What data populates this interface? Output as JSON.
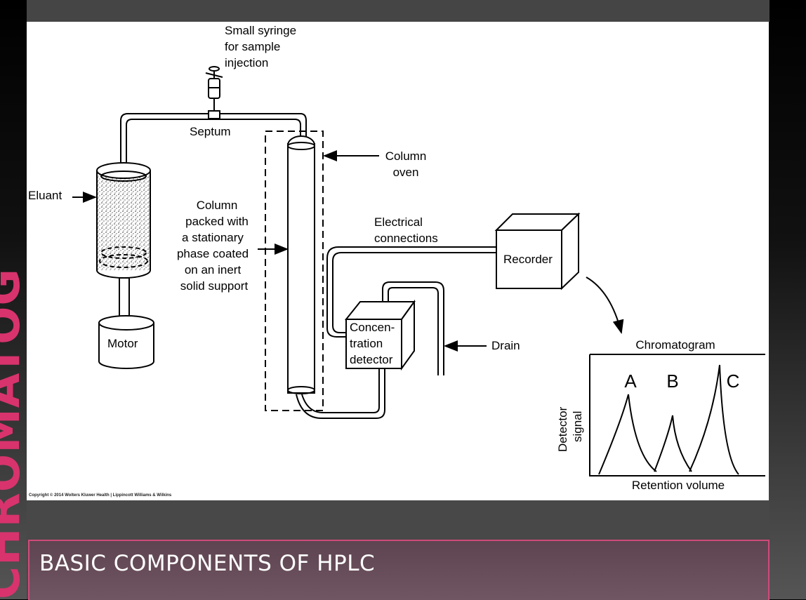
{
  "sidebar": {
    "vertical_title": "CHROMATOGRAPHY"
  },
  "slide": {
    "title": "BASIC COMPONENTS OF HPLC"
  },
  "figure": {
    "copyright": "Copyright © 2014 Wolters Kluwer Health | Lippincott Williams & Wilkins",
    "labels": {
      "syringe": [
        "Small syringe",
        "for sample",
        "injection"
      ],
      "septum": "Septum",
      "eluant": "Eluant",
      "motor": "Motor",
      "column": [
        "Column",
        "packed with",
        "a stationary",
        "phase coated",
        "on an inert",
        "solid support"
      ],
      "column_oven": [
        "Column",
        "oven"
      ],
      "electrical": [
        "Electrical",
        "connections"
      ],
      "recorder": "Recorder",
      "detector": [
        "Concen-",
        "tration",
        "detector"
      ],
      "drain": "Drain",
      "chromatogram": "Chromatogram",
      "peaks": [
        "A",
        "B",
        "C"
      ],
      "y_axis": [
        "Detector",
        "signal"
      ],
      "x_axis": "Retention volume"
    }
  }
}
